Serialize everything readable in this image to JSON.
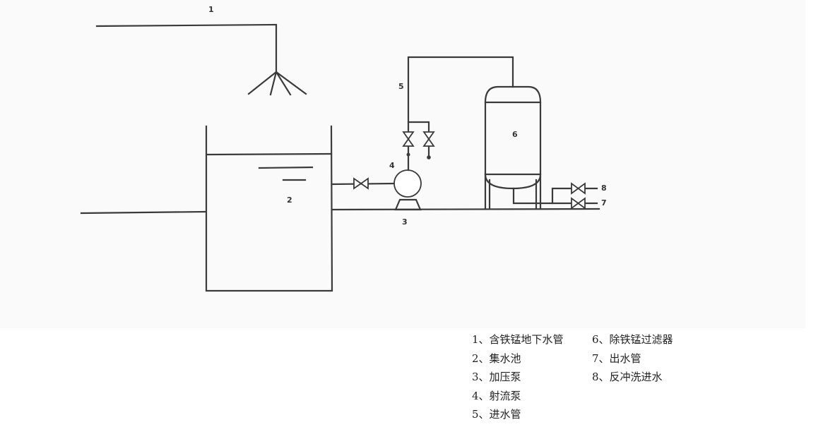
{
  "diagram": {
    "labels": {
      "n1": "1",
      "n2": "2",
      "n3": "3",
      "n4": "4",
      "n5": "5",
      "n6": "6",
      "n7": "7",
      "n8": "8"
    },
    "legend": {
      "col1": [
        "1、含铁锰地下水管",
        "2、集水池",
        "3、加压泵",
        "4、射流泵",
        "5、进水管"
      ],
      "col2": [
        "6、除铁锰过滤器",
        "7、出水管",
        "8、反冲洗进水"
      ]
    },
    "colors": {
      "line": "#3a3a3a",
      "text": "#222222"
    }
  }
}
